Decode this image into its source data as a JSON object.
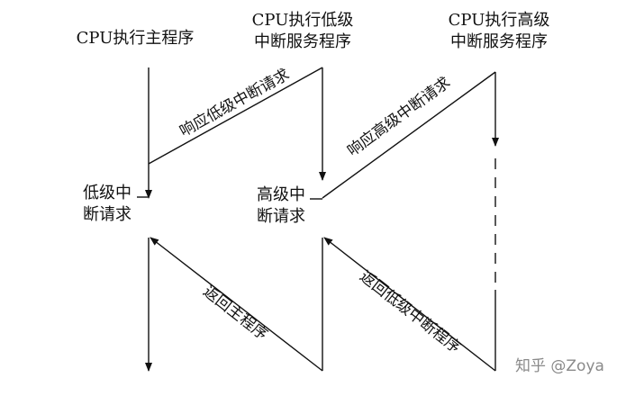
{
  "headers": {
    "main": "CPU执行主程序",
    "low_line1": "CPU执行低级",
    "low_line2": "中断服务程序",
    "high_line1": "CPU执行高级",
    "high_line2": "中断服务程序"
  },
  "requests": {
    "low_line1": "低级中",
    "low_line2": "断请求",
    "high_line1": "高级中",
    "high_line2": "断请求"
  },
  "transitions": {
    "respond_low": "响应低级中断请求",
    "respond_high": "响应高级中断请求",
    "return_main": "返回主程序",
    "return_low": "返回低级中断程序"
  },
  "watermark": "知乎 @Zoya",
  "colors": {
    "line": "#111111",
    "text": "#111111",
    "watermark": "#8a8a8a"
  }
}
